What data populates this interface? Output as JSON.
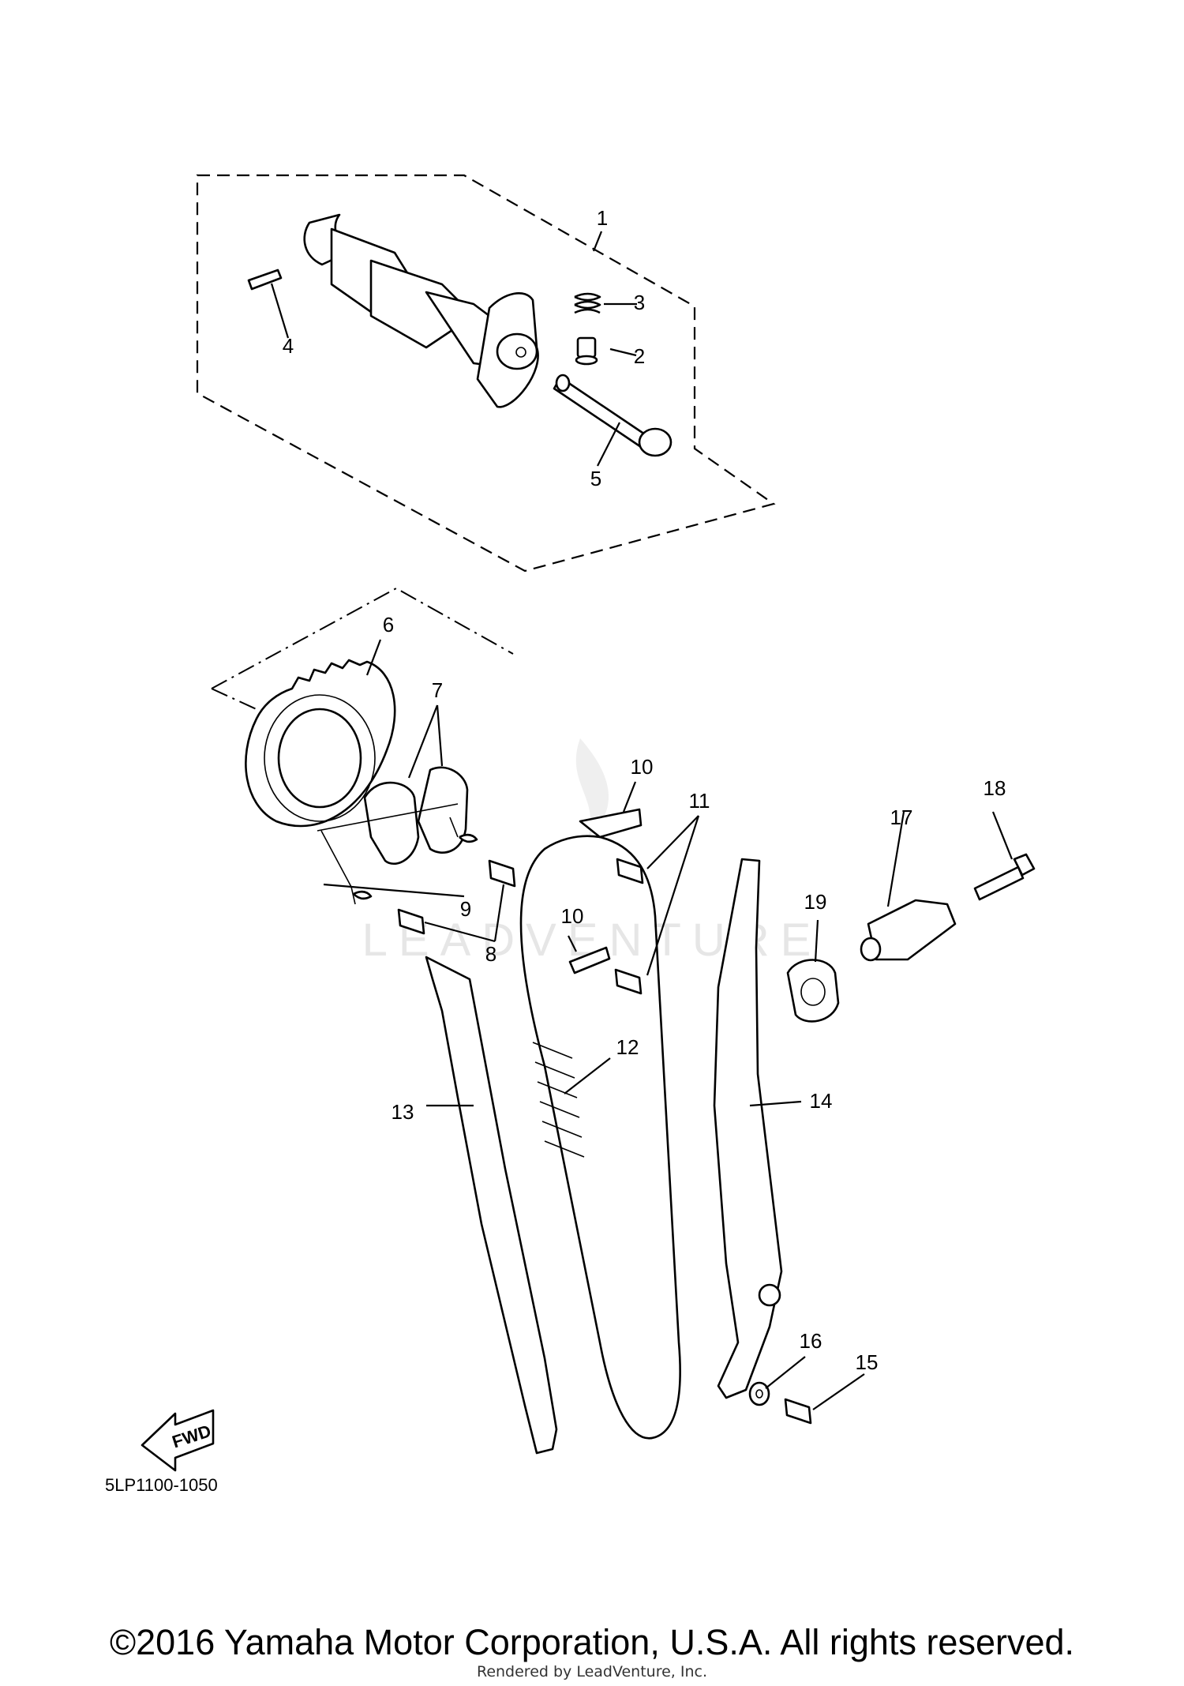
{
  "diagram": {
    "callouts": [
      "1",
      "2",
      "3",
      "4",
      "5",
      "6",
      "7",
      "8",
      "9",
      "10",
      "10",
      "11",
      "12",
      "13",
      "14",
      "15",
      "16",
      "17",
      "18",
      "19"
    ],
    "fwd_label": "FWD",
    "diagram_code": "5LP1100-1050",
    "watermark": "LEADVENTURE"
  },
  "footer": {
    "copyright": "©2016 Yamaha Motor Corporation, U.S.A. All rights reserved.",
    "rendered_by": "Rendered by LeadVenture, Inc."
  }
}
